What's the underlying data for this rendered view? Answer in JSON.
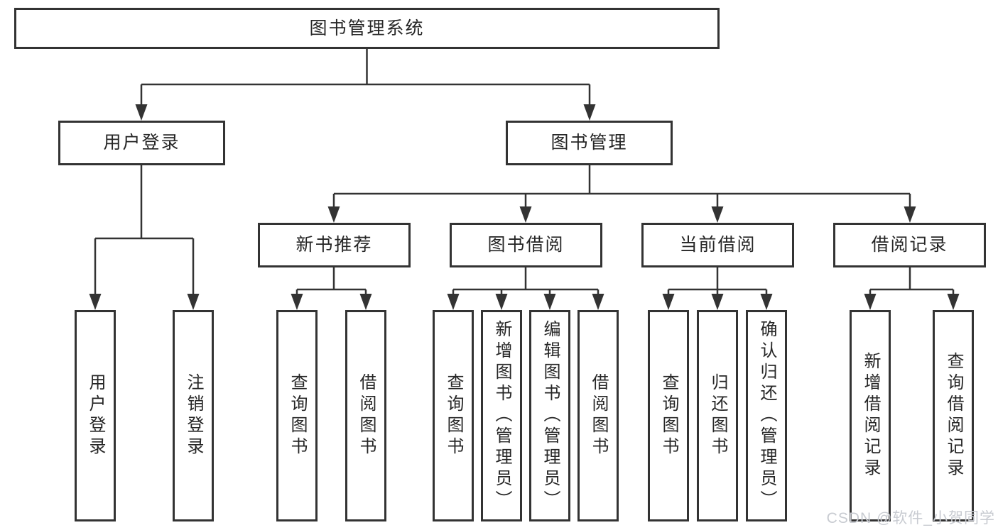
{
  "tree": {
    "root": {
      "label": "图书管理系统",
      "children": [
        {
          "label": "用户登录",
          "children": [
            {
              "label": "用户登录"
            },
            {
              "label": "注销登录"
            }
          ]
        },
        {
          "label": "图书管理",
          "children": [
            {
              "label": "新书推荐",
              "children": [
                {
                  "label": "查询图书"
                },
                {
                  "label": "借阅图书"
                }
              ]
            },
            {
              "label": "图书借阅",
              "children": [
                {
                  "label": "查询图书"
                },
                {
                  "label": "新增图书（管理员）"
                },
                {
                  "label": "编辑图书（管理员）"
                },
                {
                  "label": "借阅图书"
                }
              ]
            },
            {
              "label": "当前借阅",
              "children": [
                {
                  "label": "查询图书"
                },
                {
                  "label": "归还图书"
                },
                {
                  "label": "确认归还（管理员）"
                }
              ]
            },
            {
              "label": "借阅记录",
              "children": [
                {
                  "label": "新增借阅记录"
                },
                {
                  "label": "查询借阅记录"
                }
              ]
            }
          ]
        }
      ]
    }
  },
  "watermark": {
    "text": "CSDN @软件_小贺同学"
  },
  "colors": {
    "line": "#333333",
    "text": "#262626",
    "box_fill": "#ffffff",
    "watermark": "#c8cbd1"
  }
}
